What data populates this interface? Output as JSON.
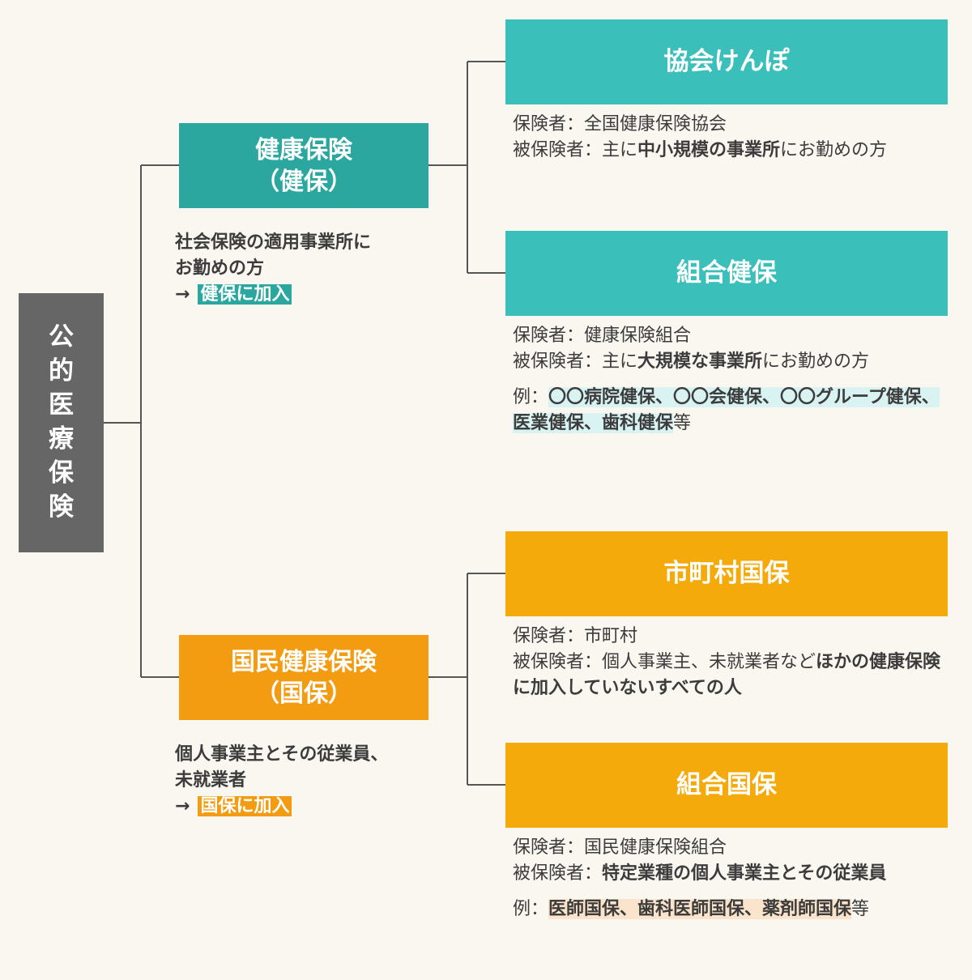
{
  "root": {
    "chars": [
      "公",
      "的",
      "医",
      "療",
      "保",
      "険"
    ]
  },
  "kenpo": {
    "title_line1": "健康保険",
    "title_line2": "（健保）",
    "note_line1": "社会保険の適用事業所に",
    "note_line2": "お勤めの方",
    "arrow": "→",
    "join": "健保に加入"
  },
  "kokuho": {
    "title_line1": "国民健康保険",
    "title_line2": "（国保）",
    "note_line1": "個人事業主とその従業員、",
    "note_line2": "未就業者",
    "arrow": "→",
    "join": "国保に加入"
  },
  "kyokai": {
    "title": "協会けんぽ",
    "insurer_label": "保険者：",
    "insurer": "全国健康保険協会",
    "insured_label": "被保険者：",
    "insured_pre": "主に",
    "insured_bold": "中小規模の事業所",
    "insured_post": "にお勤めの方"
  },
  "kumiai_kenpo": {
    "title": "組合健保",
    "insurer_label": "保険者：",
    "insurer": "健康保険組合",
    "insured_label": "被保険者：",
    "insured_pre": "主に",
    "insured_bold": "大規模な事業所",
    "insured_post": "にお勤めの方",
    "example_label": "例：",
    "example_items": "〇〇病院健保、〇〇会健保、〇〇グループ健保、医業健保、歯科健保",
    "example_suffix": "等"
  },
  "shichoson": {
    "title": "市町村国保",
    "insurer_label": "保険者：",
    "insurer": "市町村",
    "insured_label": "被保険者：",
    "insured_pre": "個人事業主、未就業者など",
    "insured_bold": "ほかの健康保険に加入していないすべての人"
  },
  "kumiai_kokuho": {
    "title": "組合国保",
    "insurer_label": "保険者：",
    "insurer": "国民健康保険組合",
    "insured_label": "被保険者：",
    "insured_bold": "特定業種の個人事業主とその従業員",
    "example_label": "例：",
    "example_items": "医師国保、歯科医師国保、薬剤師国保",
    "example_suffix": "等"
  },
  "colors": {
    "teal_dark": "#2ba7a0",
    "teal_light": "#3bbfba",
    "orange_dark": "#f39c12",
    "orange_light": "#f5aa0c",
    "root_gray": "#666666",
    "connector": "#555555"
  }
}
